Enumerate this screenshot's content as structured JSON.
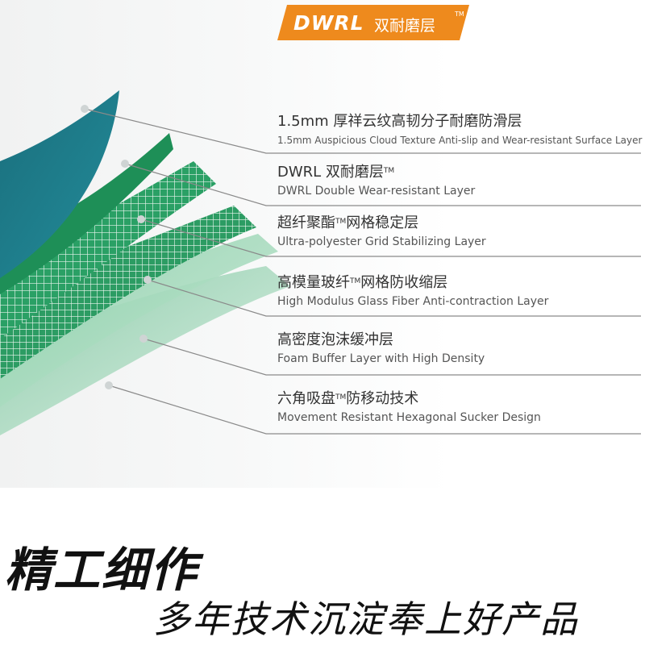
{
  "brand": {
    "name": "DWRL",
    "subtitle": "双耐磨层",
    "trademark": "TM",
    "color": "#ee8a1d"
  },
  "layers": [
    {
      "zh": "1.5mm 厚祥云纹高韧分子耐磨防滑层",
      "en": "1.5mm Auspicious Cloud Texture Anti-slip and Wear-resistant Surface Layer",
      "color": "#1f7f8e"
    },
    {
      "zh_pre": "DWRL 双耐磨层",
      "zh_post": "",
      "tm": "TM",
      "en": "DWRL Double Wear-resistant Layer",
      "color": "#1e8f57"
    },
    {
      "zh_pre": "超纤聚酯",
      "zh_post": "网格稳定层",
      "tm": "TM",
      "en": "Ultra-polyester Grid Stabilizing Layer",
      "color": "#2fa06a"
    },
    {
      "zh_pre": "高模量玻纤",
      "zh_post": "网格防收缩层",
      "tm": "TM",
      "en": "High Modulus Glass Fiber Anti-contraction Layer",
      "color": "#2a9a62"
    },
    {
      "zh": "高密度泡沫缓冲层",
      "en": "Foam Buffer Layer with High Density",
      "color": "#9fd4b6"
    },
    {
      "zh_pre": "六角吸盘",
      "zh_post": "防移动技术",
      "tm": "TM",
      "en": "Movement Resistant Hexagonal Sucker Design",
      "color": "#7cc4a0"
    }
  ],
  "slogan": {
    "main": "精工细作",
    "sub": "多年技术沉淀奉上好产品"
  }
}
